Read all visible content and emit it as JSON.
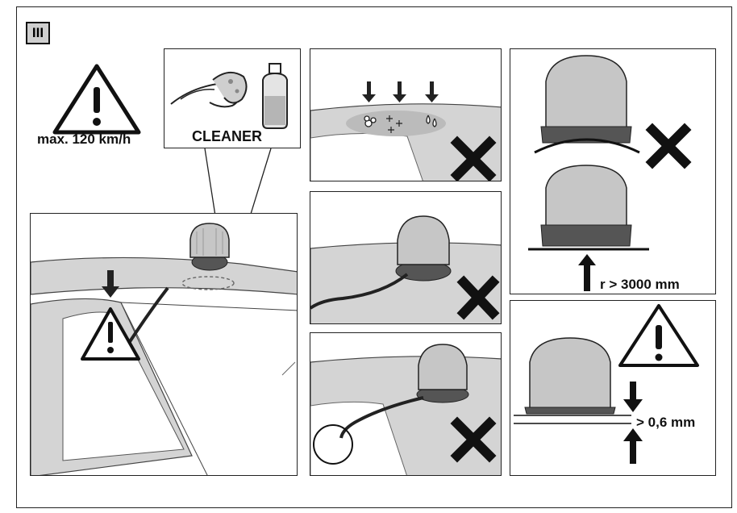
{
  "figure": {
    "section_label": "III",
    "speed_label": "max. 120 km/h",
    "cleaner_label": "CLEANER",
    "radius_label": "r > 3000 mm",
    "gap_label": "> 0,6 mm"
  },
  "colors": {
    "line": "#222222",
    "car_gray": "#d4d4d4",
    "beacon_dark": "#555555",
    "beacon_light": "#bdbdbd"
  }
}
